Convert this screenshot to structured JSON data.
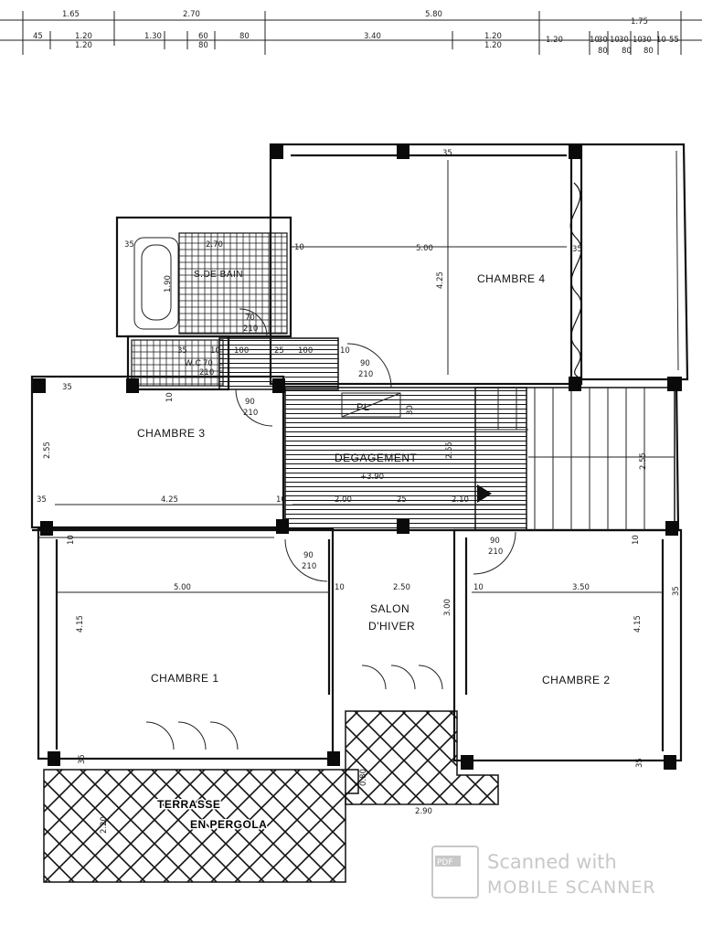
{
  "top_dimensions": {
    "row1": [
      "1.65",
      "2.70",
      "5.80",
      "1.75"
    ],
    "row2": [
      "45",
      "1.20",
      "1.30",
      "60",
      "80",
      "3.40",
      "1.20",
      "1.20",
      "10",
      "30",
      "10",
      "30",
      "10",
      "30",
      "10",
      "55"
    ],
    "row2b": [
      "1.20",
      "80",
      "1.20",
      "80",
      "80",
      "80"
    ]
  },
  "rooms": {
    "chambre4": "CHAMBRE 4",
    "sdb": "S.DE BAIN",
    "wc": "W.C",
    "chambre3": "CHAMBRE 3",
    "degagement": "DEGAGEMENT",
    "degagement_level": "+3.90",
    "pl": "PL",
    "salon_line1": "SALON",
    "salon_line2": "D'HIVER",
    "chambre1": "CHAMBRE 1",
    "chambre2": "CHAMBRE 2",
    "terrasse_line1": "TERRASSE",
    "terrasse_line2": "EN PERGOLA"
  },
  "inner_dimensions": {
    "d_5_00_top": "5.00",
    "d_4_25_v": "4.25",
    "d_10_a": "10",
    "d_35_a": "35",
    "d_35_b": "35",
    "d_2_70": "2.70",
    "d_35_c": "35",
    "d_1_90": "1.90",
    "door_70_210": [
      "70",
      "210"
    ],
    "wc_35": "35",
    "wc_70": "70",
    "wc_210": "210",
    "wc_10": "10",
    "wc_100a": "100",
    "wc_25": "25",
    "wc_100b": "100",
    "wc_10b": "10",
    "door_90_210_a": [
      "90",
      "210"
    ],
    "door_90_210_b": [
      "90",
      "210"
    ],
    "d_35_ch3": "35",
    "d_10_ch3": "10",
    "d_2_55_l": "2.55",
    "d_35_l2": "35",
    "d_4_25_h": "4.25",
    "d_10_mid": "10",
    "d_30": "30",
    "d_2_55_m": "2.55",
    "d_2_00": "2.00",
    "d_25": "25",
    "d_2_10": "2.10",
    "d_2_55_r": "2.55",
    "door_90_210_c": [
      "90",
      "210"
    ],
    "door_90_210_d": [
      "90",
      "210"
    ],
    "d_10_ch1": "10",
    "d_5_00_ch1": "5.00",
    "d_4_15_l": "4.15",
    "d_10_salon": "10",
    "d_2_50": "2.50",
    "d_3_00": "3.00",
    "d_10_ch2": "10",
    "d_3_50": "3.50",
    "d_35_ch2": "35",
    "d_4_15_r": "4.15",
    "d_10_r": "10",
    "d_35_b1": "35",
    "d_35_b2": "35",
    "d_0_80": "0.80",
    "d_2_90": "2.90",
    "d_2_20": "2.20"
  },
  "watermark": {
    "badge": "PDF",
    "line1": "Scanned with",
    "line2": "MOBILE SCANNER"
  },
  "colors": {
    "ink": "#111111",
    "paper": "#ffffff",
    "watermark": "#c8c8c8"
  }
}
